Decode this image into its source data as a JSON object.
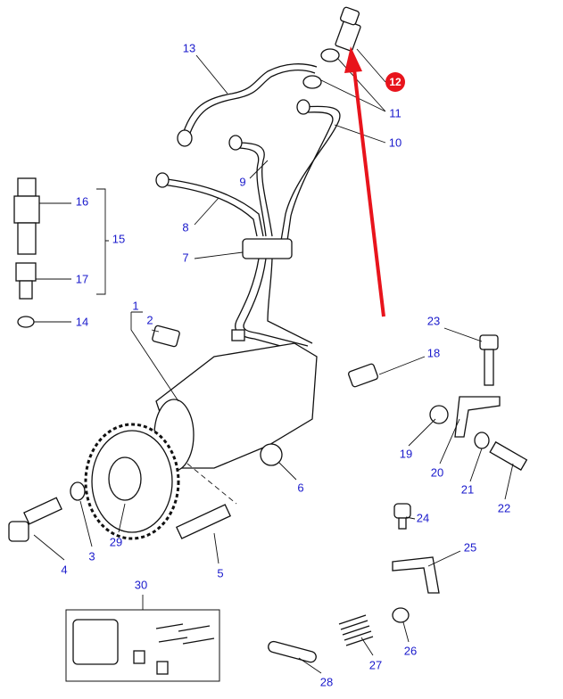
{
  "diagram": {
    "type": "exploded parts diagram",
    "highlight_color": "#e8141c",
    "label_color": "#1a1acc",
    "highlighted_callout": "12",
    "callouts": [
      "13",
      "12",
      "11",
      "10",
      "9",
      "8",
      "7",
      "16",
      "15",
      "17",
      "14",
      "1",
      "2",
      "23",
      "18",
      "19",
      "20",
      "21",
      "22",
      "6",
      "3",
      "4",
      "29",
      "5",
      "24",
      "25",
      "30",
      "27",
      "26",
      "28"
    ]
  }
}
